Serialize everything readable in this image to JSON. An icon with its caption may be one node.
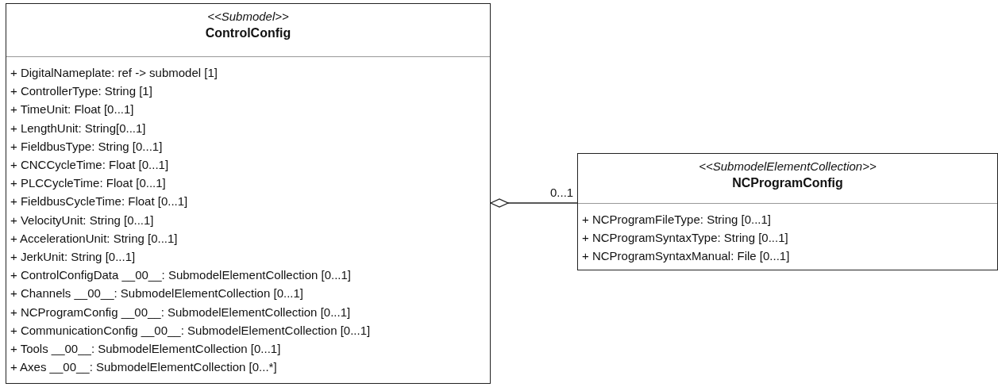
{
  "diagram": {
    "nodes": [
      {
        "text": [
          "<<Submodel>>",
          "ControlConfig",
          "+ DigitalNameplate: ref -> submodel [1]",
          "+ ControllerType: String [1]",
          "+ TimeUnit: Float [0...1]",
          "+ LengthUnit: String[0...1]",
          "+ FieldbusType: String [0...1]",
          "+ CNCCycleTime: Float [0...1]",
          "+ PLCCycleTime: Float [0...1]",
          "+ FieldbusCycleTime: Float [0...1]",
          "+ VelocityUnit: String [0...1]",
          "+ AccelerationUnit: String [0...1]",
          "+ JerkUnit: String [0...1]",
          "+ ControlConfigData __00__: SubmodelElementCollection [0...1]",
          "+ Channels __00__: SubmodelElementCollection [0...1]",
          "+ NCProgramConfig __00__: SubmodelElementCollection [0...1]",
          "+ CommunicationConfig __00__: SubmodelElementCollection [0...1]",
          "+ Tools __00__: SubmodelElementCollection [0...1]",
          "+ Axes __00__: SubmodelElementCollection [0...*]"
        ]
      },
      {
        "text": [
          "<<SubmodelElementCollection>>",
          "NCProgramConfig",
          "+ NCProgramFileType: String [0...1]",
          "+ NCProgramSyntaxType: String [0...1]",
          "+ NCProgramSyntaxManual: File [0...1]"
        ]
      }
    ],
    "edges": [
      {
        "from": 0,
        "to": 1,
        "arrow": "other",
        "label": "0...1"
      }
    ]
  }
}
